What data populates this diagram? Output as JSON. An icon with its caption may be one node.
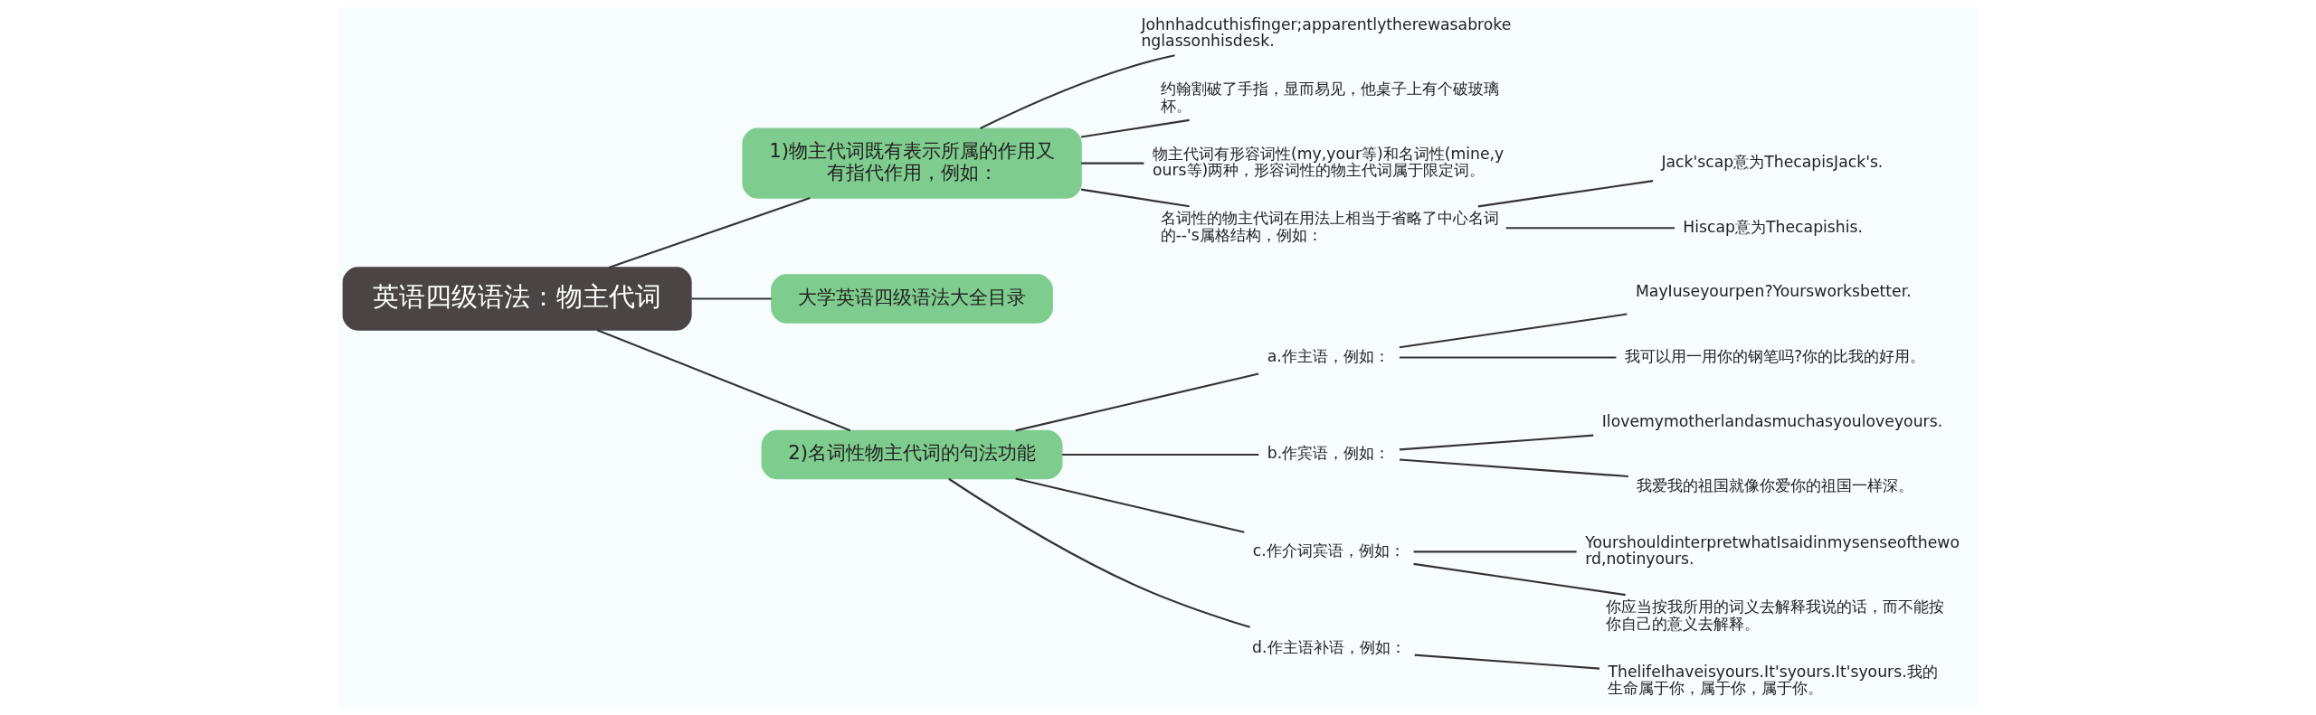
{
  "diagram": {
    "nodes": [
      {
        "text": [
          "英语四级语法：物主代词"
        ]
      },
      {
        "text": [
          "1)物主代词既有表示所属的作用又有指代作用，例如："
        ]
      },
      {
        "text": [
          "Johnhadcuthisfinger;apparentlytherewasabrokenglassonhisdesk."
        ]
      },
      {
        "text": [
          "约翰割破了手指，显而易见，他桌子上有个破玻璃杯。"
        ]
      },
      {
        "text": [
          "物主代词有形容词性(my,your等)和名词性(mine,yours等)两种，形容词性的物主代词属于限定词。"
        ]
      },
      {
        "text": [
          "名词性的物主代词在用法上相当于省略了中心名词的--'s属格结构，例如："
        ]
      },
      {
        "text": [
          "Jack'scap意为ThecapisJack's."
        ]
      },
      {
        "text": [
          "Hiscap意为Thecapishis."
        ]
      },
      {
        "text": [
          "大学英语四级语法大全目录"
        ]
      },
      {
        "text": [
          "2)名词性物主代词的句法功能"
        ]
      },
      {
        "text": [
          "a.作主语，例如："
        ]
      },
      {
        "text": [
          "MayIuseyourpen?Yoursworksbetter."
        ]
      },
      {
        "text": [
          "我可以用一用你的钢笔吗?你的比我的好用。"
        ]
      },
      {
        "text": [
          "b.作宾语，例如："
        ]
      },
      {
        "text": [
          "Ilovemymotherlandasmuchasyouloveyours."
        ]
      },
      {
        "text": [
          "我爱我的祖国就像你爱你的祖国一样深。"
        ]
      },
      {
        "text": [
          "c.作介词宾语，例如："
        ]
      },
      {
        "text": [
          "YourshouldinterpretwhatIsaidinmysenseoftheword,notinyours."
        ]
      },
      {
        "text": [
          "你应当按我所用的词义去解释我说的话，而不能按你自己的意义去解释。"
        ]
      },
      {
        "text": [
          "d.作主语补语，例如："
        ]
      },
      {
        "text": [
          "ThelifeIhaveisyours.It'syours.It'syours.我的生命属于你，属于你，属于你。"
        ]
      }
    ],
    "edges": [
      {
        "from": 0,
        "to": 1,
        "arrow": "none"
      },
      {
        "from": 1,
        "to": 2,
        "arrow": "none"
      },
      {
        "from": 1,
        "to": 3,
        "arrow": "none"
      },
      {
        "from": 1,
        "to": 4,
        "arrow": "none"
      },
      {
        "from": 1,
        "to": 5,
        "arrow": "none"
      },
      {
        "from": 5,
        "to": 6,
        "arrow": "none"
      },
      {
        "from": 5,
        "to": 7,
        "arrow": "none"
      },
      {
        "from": 0,
        "to": 8,
        "arrow": "none"
      },
      {
        "from": 0,
        "to": 9,
        "arrow": "none"
      },
      {
        "from": 9,
        "to": 10,
        "arrow": "none"
      },
      {
        "from": 10,
        "to": 11,
        "arrow": "none"
      },
      {
        "from": 10,
        "to": 12,
        "arrow": "none"
      },
      {
        "from": 9,
        "to": 13,
        "arrow": "none"
      },
      {
        "from": 13,
        "to": 14,
        "arrow": "none"
      },
      {
        "from": 13,
        "to": 15,
        "arrow": "none"
      },
      {
        "from": 9,
        "to": 16,
        "arrow": "none"
      },
      {
        "from": 16,
        "to": 17,
        "arrow": "none"
      },
      {
        "from": 16,
        "to": 18,
        "arrow": "none"
      },
      {
        "from": 9,
        "to": 19,
        "arrow": "none"
      },
      {
        "from": 19,
        "to": 20,
        "arrow": "none"
      }
    ]
  }
}
